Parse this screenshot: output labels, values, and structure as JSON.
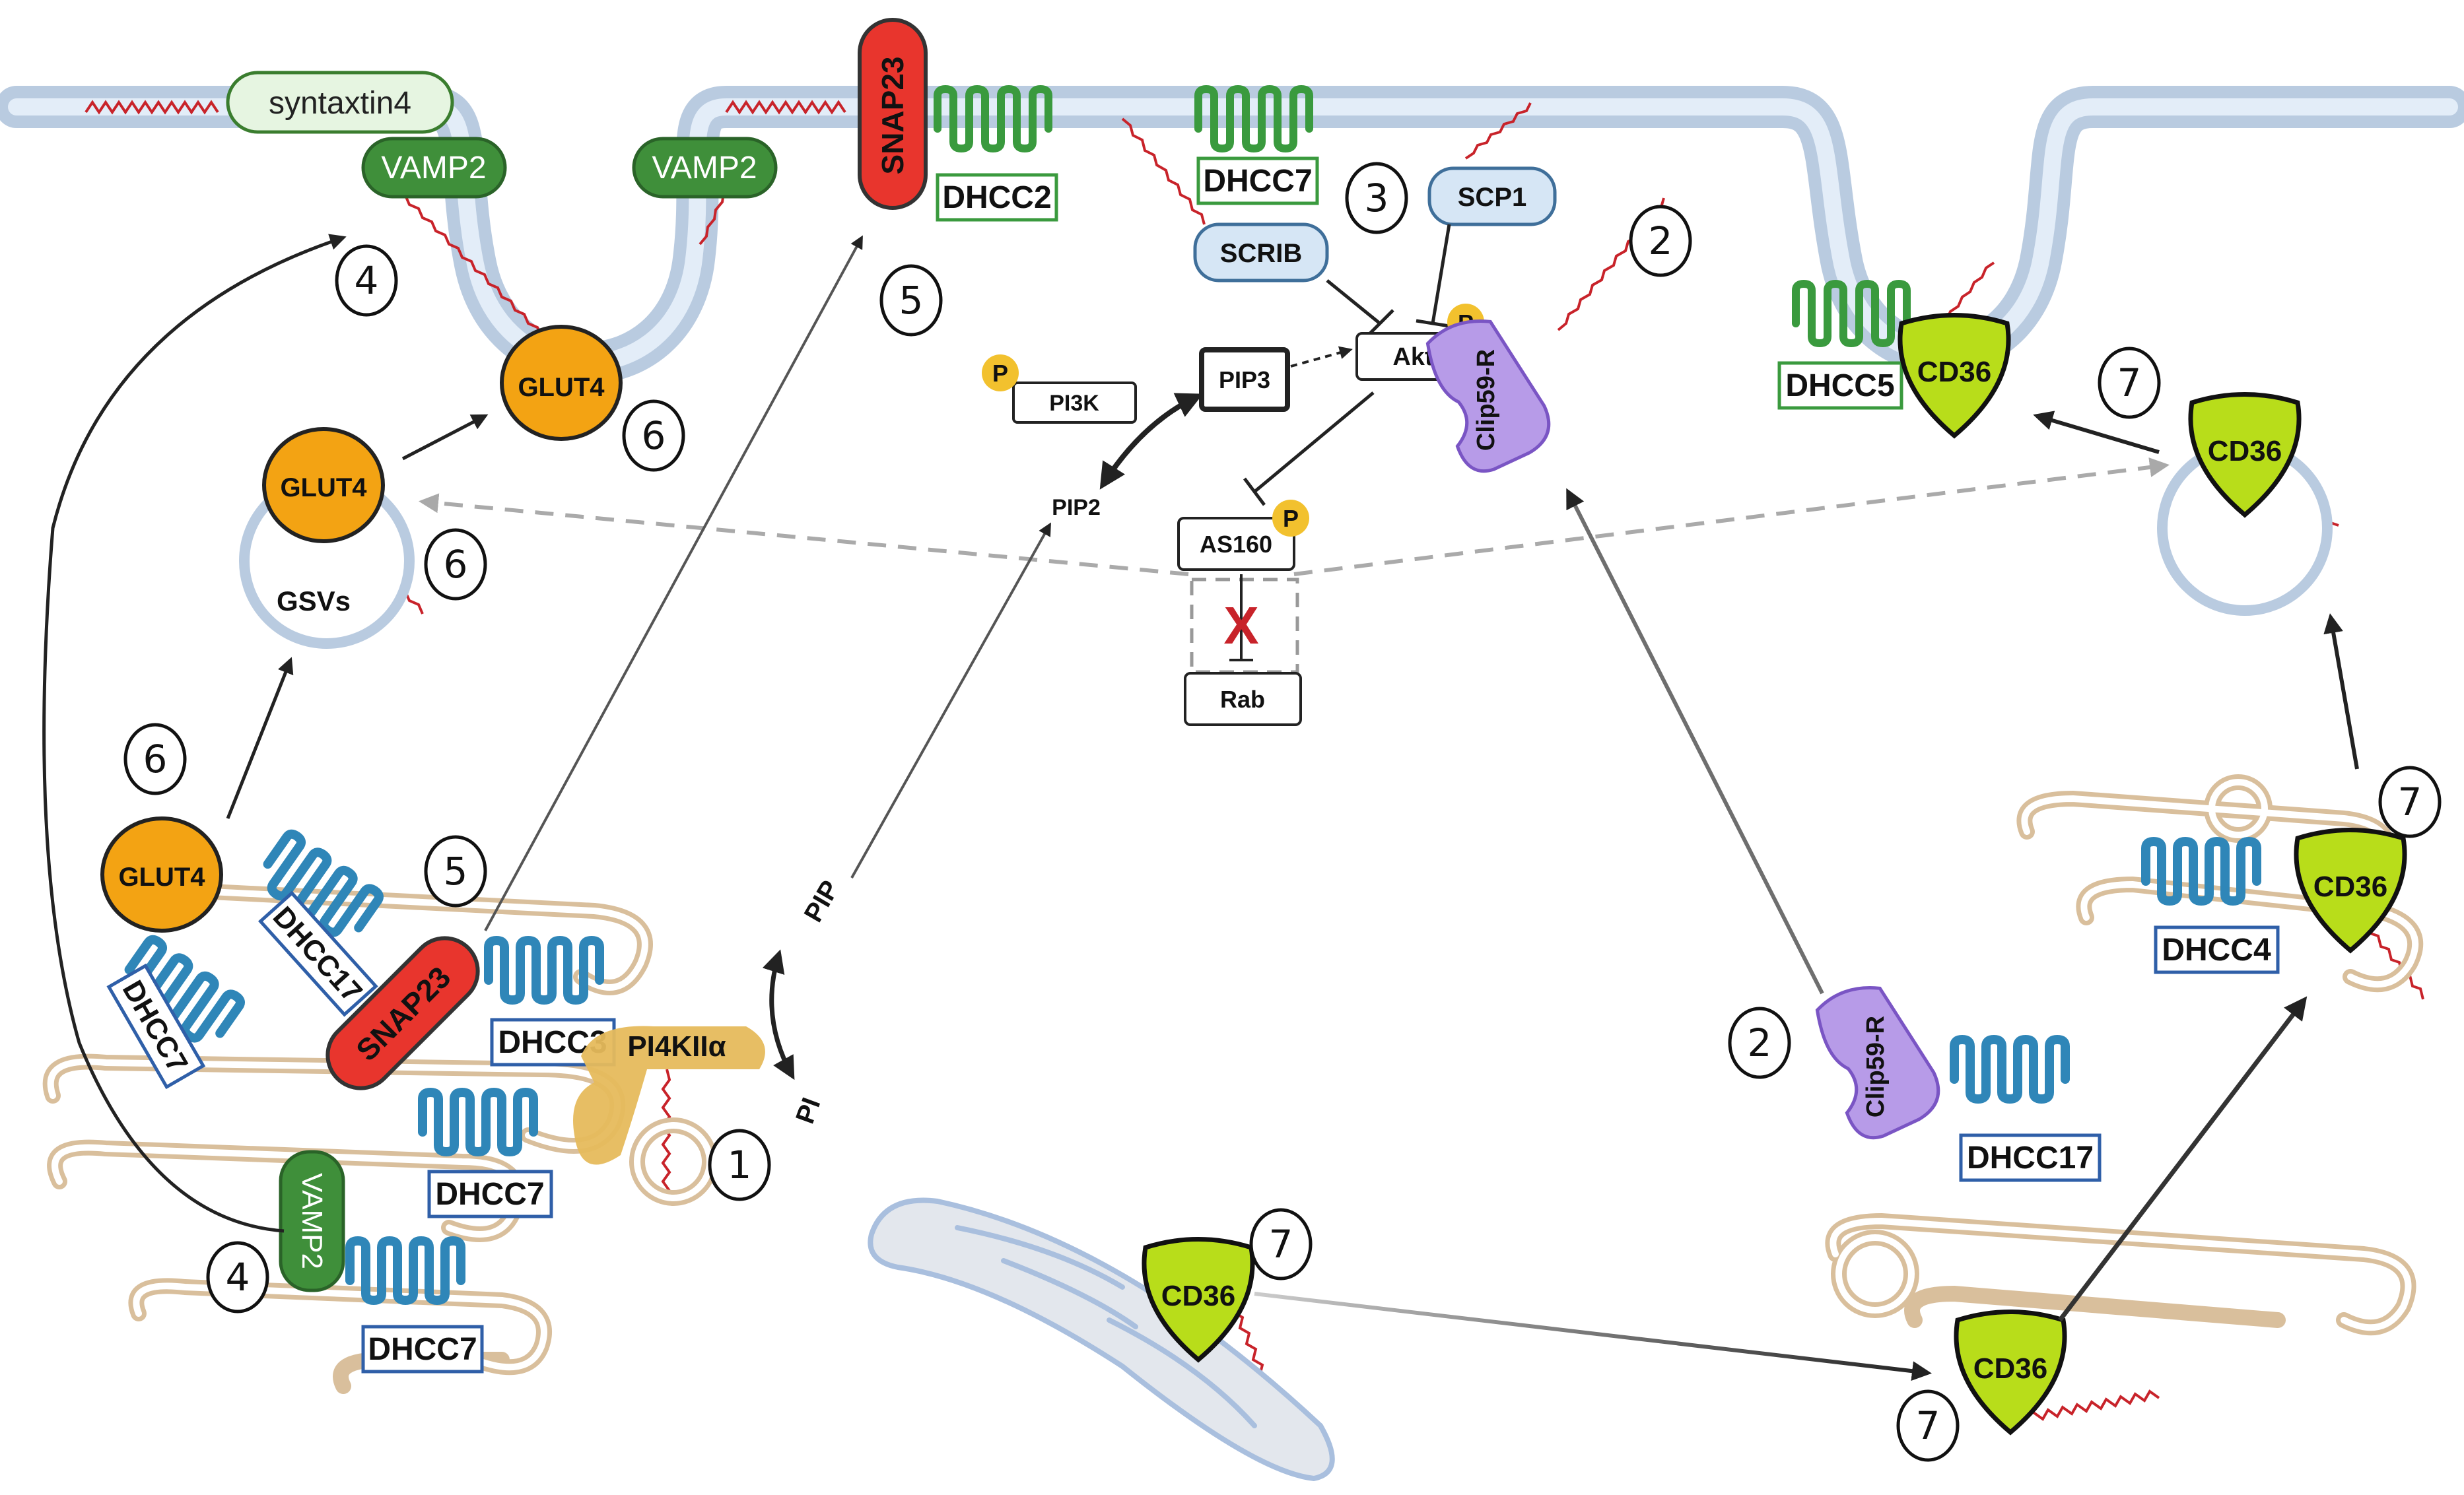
{
  "labels": {
    "syntaxtin4": "syntaxtin4",
    "vamp2": "VAMP2",
    "snap23": "SNAP23",
    "dhcc2": "DHCC2",
    "dhcc7": "DHCC7",
    "dhcc5": "DHCC5",
    "dhcc17": "DHCC17",
    "dhcc3": "DHCC3",
    "dhcc4": "DHCC4",
    "scp1": "SCP1",
    "scrib": "SCRIB",
    "akt": "Akt",
    "pi3k": "PI3K",
    "pip3": "PIP3",
    "pip2": "PIP2",
    "pip": "PIP",
    "pi": "PI",
    "as160": "AS160",
    "rab": "Rab",
    "p": "P",
    "clip59r": "Clip59-R",
    "glut4": "GLUT4",
    "gsvs": "GSVs",
    "cd36": "CD36",
    "pi4k": "PI4KIIα",
    "x_mark": "X"
  },
  "numbers": {
    "n1": "1",
    "n2": "2",
    "n3": "3",
    "n4": "4",
    "n5": "5",
    "n6": "6",
    "n7": "7"
  },
  "colors": {
    "membrane": "#b9cbe0",
    "membrane_inner": "#e3edf8",
    "golgi": "#d9bf9c",
    "dhhc_green": "#3a9a3e",
    "dhhc_blue": "#2f86b8",
    "vamp_green": "#3f8f3a",
    "snap_red": "#e8352d",
    "glut4_orange": "#f3a313",
    "cd36_lime": "#b8dd1a",
    "clip_purple": "#b79be8",
    "palm_red": "#c8232a",
    "p_yellow": "#f2c12e",
    "er_blue": "#a9bfde"
  },
  "icons": [
    "palmitate-zigzag",
    "transmembrane-helix",
    "arrow",
    "inhibition-bar",
    "block-x"
  ]
}
